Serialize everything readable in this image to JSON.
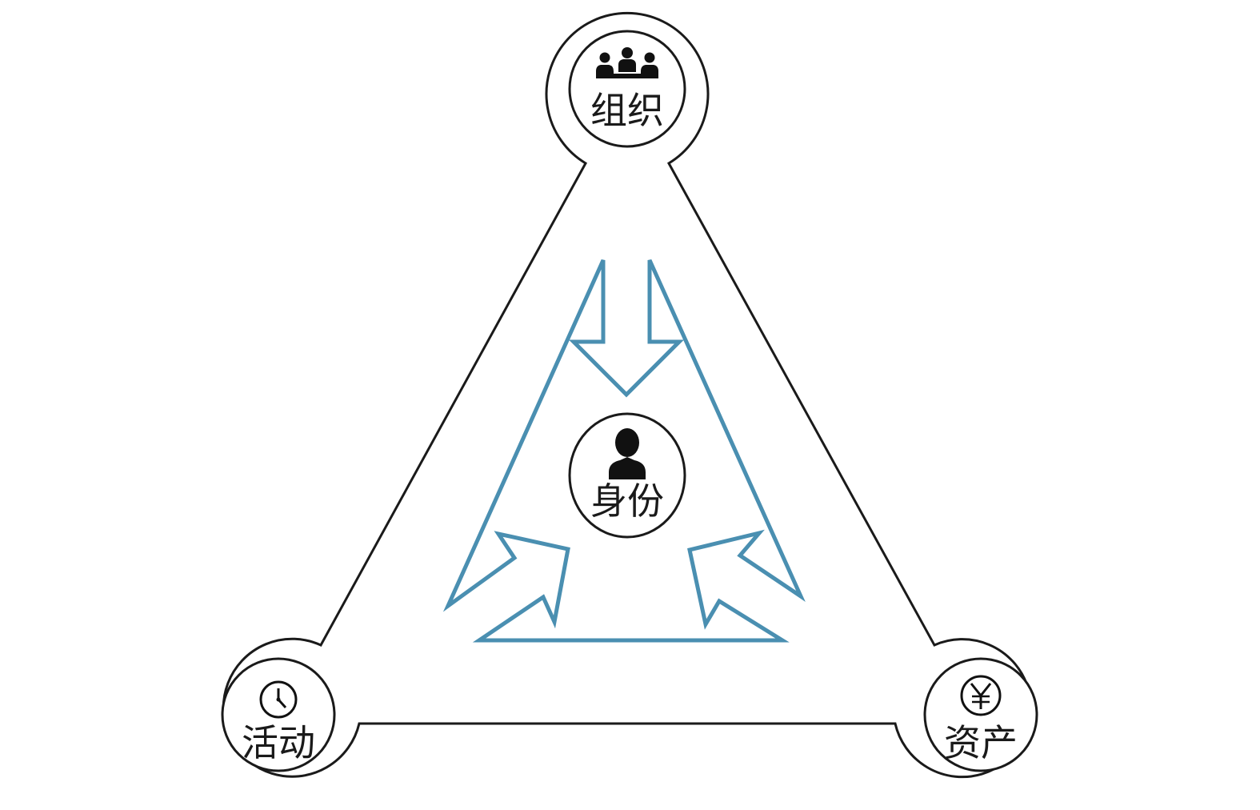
{
  "nodes": {
    "organization": {
      "label": "组织",
      "icon": "people-group-icon"
    },
    "identity": {
      "label": "身份",
      "icon": "person-icon"
    },
    "activity": {
      "label": "活动",
      "icon": "clock-icon"
    },
    "assets": {
      "label": "资产",
      "icon": "yen-coin-icon"
    }
  },
  "colors": {
    "outline": "#1a1a1a",
    "arrow": "#4a8fb1",
    "icon": "#111111"
  }
}
